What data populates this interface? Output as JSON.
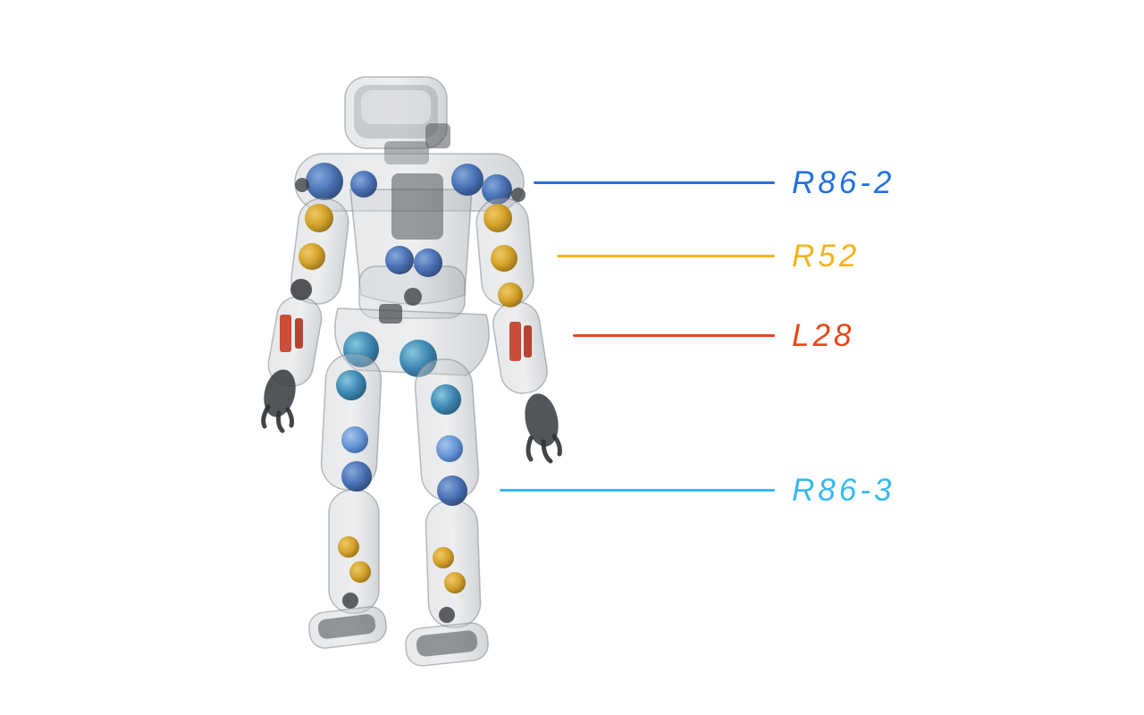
{
  "figure": {
    "description": "Transparent humanoid robot render showing internal actuators with four model callouts"
  },
  "callouts": [
    {
      "id": "r86-2",
      "label": "R86-2",
      "color": "#2170e0",
      "points_to": "shoulder-actuator"
    },
    {
      "id": "r52",
      "label": "R52",
      "color": "#f5b41e",
      "points_to": "upper-arm-actuator"
    },
    {
      "id": "l28",
      "label": "L28",
      "color": "#e8471a",
      "points_to": "forearm-linear-actuator"
    },
    {
      "id": "r86-3",
      "label": "R86-3",
      "color": "#38b9f2",
      "points_to": "knee-actuator"
    }
  ],
  "robot": {
    "actuator_colors": {
      "shoulder_knee_blue": "#3b66b0",
      "arm_gold": "#d09a18",
      "forearm_red": "#c8402a",
      "hip_teal": "#2f7fae",
      "above_knee_sky": "#5b8fd4"
    }
  }
}
